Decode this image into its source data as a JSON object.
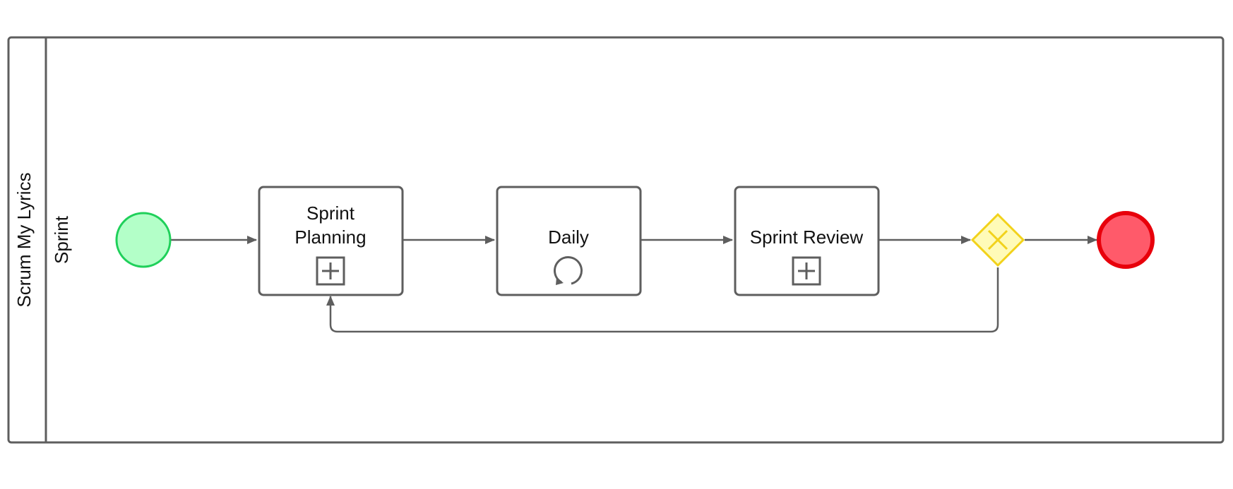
{
  "pool": {
    "label": "Scrum My Lyrics"
  },
  "lane": {
    "label": "Sprint"
  },
  "tasks": [
    {
      "id": "planning",
      "lines": [
        "Sprint",
        "Planning"
      ],
      "marker": "subprocess-plus-icon"
    },
    {
      "id": "daily",
      "lines": [
        "Daily"
      ],
      "marker": "loop-icon"
    },
    {
      "id": "review",
      "lines": [
        "Sprint Review"
      ],
      "marker": "subprocess-plus-icon"
    }
  ],
  "events": {
    "start": {
      "type": "start-event",
      "fill": "#b3ffc8",
      "stroke": "#1fd05a"
    },
    "end": {
      "type": "end-event",
      "fill": "#ff5a6a",
      "stroke": "#e8000b"
    }
  },
  "gateway": {
    "type": "exclusive-gateway",
    "fill": "#fffbb8",
    "stroke": "#f2d21a"
  },
  "colors": {
    "line": "#5e5e5e",
    "text": "#111111"
  }
}
